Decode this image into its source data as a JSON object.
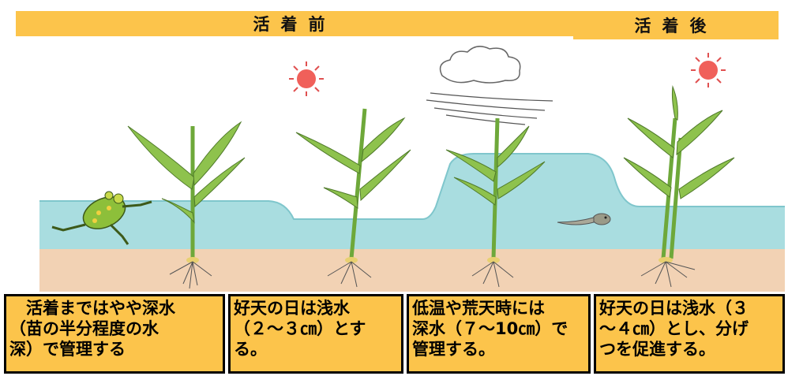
{
  "header": {
    "before": "活着前",
    "after": "活着後"
  },
  "captions": [
    {
      "lines": [
        "　活着まではやや深水",
        "（苗の半分程度の水",
        "深）で管理する"
      ]
    },
    {
      "lines": [
        "好天の日は浅水",
        "（２～３㎝）とす",
        "る。"
      ]
    },
    {
      "lines": [
        "低温や荒天時には",
        "深水（７～10㎝）で",
        "管理する。"
      ]
    },
    {
      "lines": [
        "好天の日は浅水（３",
        "～４㎝）とし、分げ",
        "つを促進する。"
      ]
    }
  ],
  "colors": {
    "banner": "#fcc44b",
    "water": "#a9dde0",
    "soil": "#f2d2b4",
    "sun": "#f0605a",
    "leaf": "#8ec24d"
  },
  "icons": [
    "sun-icon",
    "cloud-icon",
    "wind-lines-icon",
    "frog-icon",
    "tadpole-icon",
    "rice-seedling-icon"
  ]
}
